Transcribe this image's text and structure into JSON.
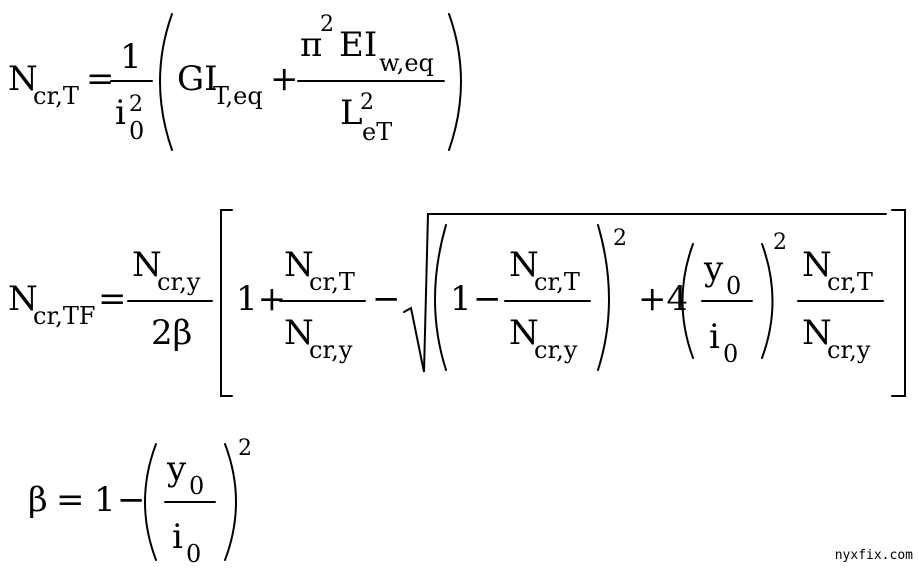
{
  "equations": {
    "ncrt": {
      "lhs_main": "N",
      "lhs_sub": "cr,T",
      "eq": "=",
      "frac_num": "1",
      "frac_den_main": "i",
      "frac_den_sub": "0",
      "frac_den_sup": "2",
      "term1_main": "GI",
      "term1_sub": "T,eq",
      "plus": "+",
      "num2_pi": "π",
      "num2_pi_sup": "2",
      "num2_main": "EI",
      "num2_sub": "w,eq",
      "den2_main": "L",
      "den2_sub": "eT",
      "den2_sup": "2"
    },
    "ncrtf": {
      "lhs_main": "N",
      "lhs_sub": "cr,TF",
      "eq": "=",
      "num_main": "N",
      "num_sub": "cr,y",
      "den": "2β",
      "one_plus": "1+",
      "f1_num_main": "N",
      "f1_num_sub": "cr,T",
      "f1_den_main": "N",
      "f1_den_sub": "cr,y",
      "minus": "−",
      "inner_one": "1",
      "inner_minus": "−",
      "f2_num_main": "N",
      "f2_num_sub": "cr,T",
      "f2_den_main": "N",
      "f2_den_sub": "cr,y",
      "sup_a": "2",
      "plus_four": "+4",
      "f3_num_main": "y",
      "f3_num_sub": "0",
      "f3_den_main": "i",
      "f3_den_sub": "0",
      "sup_b": "2",
      "f4_num_main": "N",
      "f4_num_sub": "cr,T",
      "f4_den_main": "N",
      "f4_den_sub": "cr,y"
    },
    "beta": {
      "lhs": "β",
      "eq": "=",
      "one": "1",
      "minus": "−",
      "num_main": "y",
      "num_sub": "0",
      "den_main": "i",
      "den_sub": "0",
      "sup": "2"
    }
  },
  "watermark": "nyxfix.com"
}
